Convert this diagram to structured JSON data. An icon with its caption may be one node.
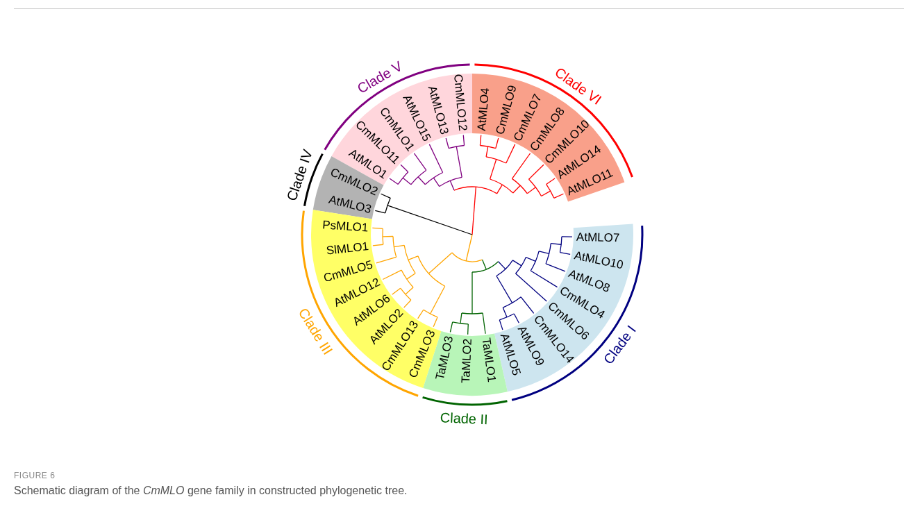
{
  "diagram": {
    "title": "FIGURE 6",
    "caption": "Schematic diagram of the *CmMLO* gene family in constructed phylogenetic tree.",
    "labels": [
      "Clade V",
      "Clade VI",
      "Clade IV",
      "Clade III",
      "Clade I",
      "Clade II",
      "AtMLO3",
      "CmMLO2",
      "AtMLO1",
      "CmMLO11",
      "CmMLO1",
      "AtMLO15",
      "AtMLO13",
      "CmMLO12",
      "AtMLO4",
      "CmMLO9",
      "CmMLO7",
      "CmMLO8",
      "CmMLO10",
      "AtMLO14",
      "AtMLO11",
      "PsMLO1",
      "SlMLO1",
      "CmMLO5",
      "AtMLO12",
      "AtMLO6",
      "AtMLO2",
      "CmMLO13",
      "CmMLO3",
      "TaMLO3",
      "TaMLO2",
      "TaMLO1",
      "AtMLO5",
      "AtMLO9",
      "CmMLO14",
      "CmMLO6",
      "CmMLO4",
      "AtMLO8",
      "AtMLO10",
      "AtMLO7"
    ]
  }
}
